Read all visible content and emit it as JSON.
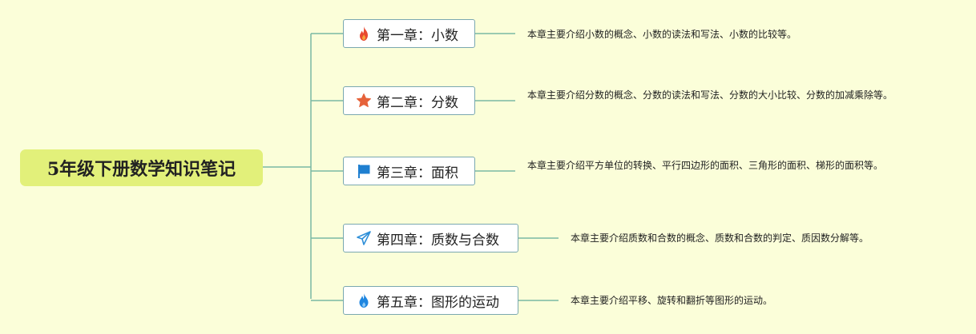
{
  "root": {
    "title": "5年级下册数学知识笔记"
  },
  "chapters": [
    {
      "title": "第一章：小数",
      "icon": "fire-icon",
      "desc": "本章主要介绍小数的概念、小数的读法和写法、小数的比较等。"
    },
    {
      "title": "第二章：分数",
      "icon": "star-icon",
      "desc": "本章主要介绍分数的概念、分数的读法和写法、分数的大小比较、分数的加减乘除等。"
    },
    {
      "title": "第三章：面积",
      "icon": "flag-icon",
      "desc": "本章主要介绍平方单位的转换、平行四边形的面积、三角形的面积、梯形的面积等。"
    },
    {
      "title": "第四章：质数与合数",
      "icon": "paper-plane-icon",
      "desc": "本章主要介绍质数和合数的概念、质数和合数的判定、质因数分解等。"
    },
    {
      "title": "第五章：图形的运动",
      "icon": "water-drop-icon",
      "desc": "本章主要介绍平移、旋转和翻折等图形的运动。"
    }
  ],
  "colors": {
    "background": "#fbfed9",
    "root_fill": "#e2f07a",
    "connector": "#7ab8a4",
    "fire": "#e8482f",
    "star": "#e6623a",
    "flag": "#1f7fd0",
    "plane": "#2f8fd8",
    "drop": "#1f86e0"
  }
}
